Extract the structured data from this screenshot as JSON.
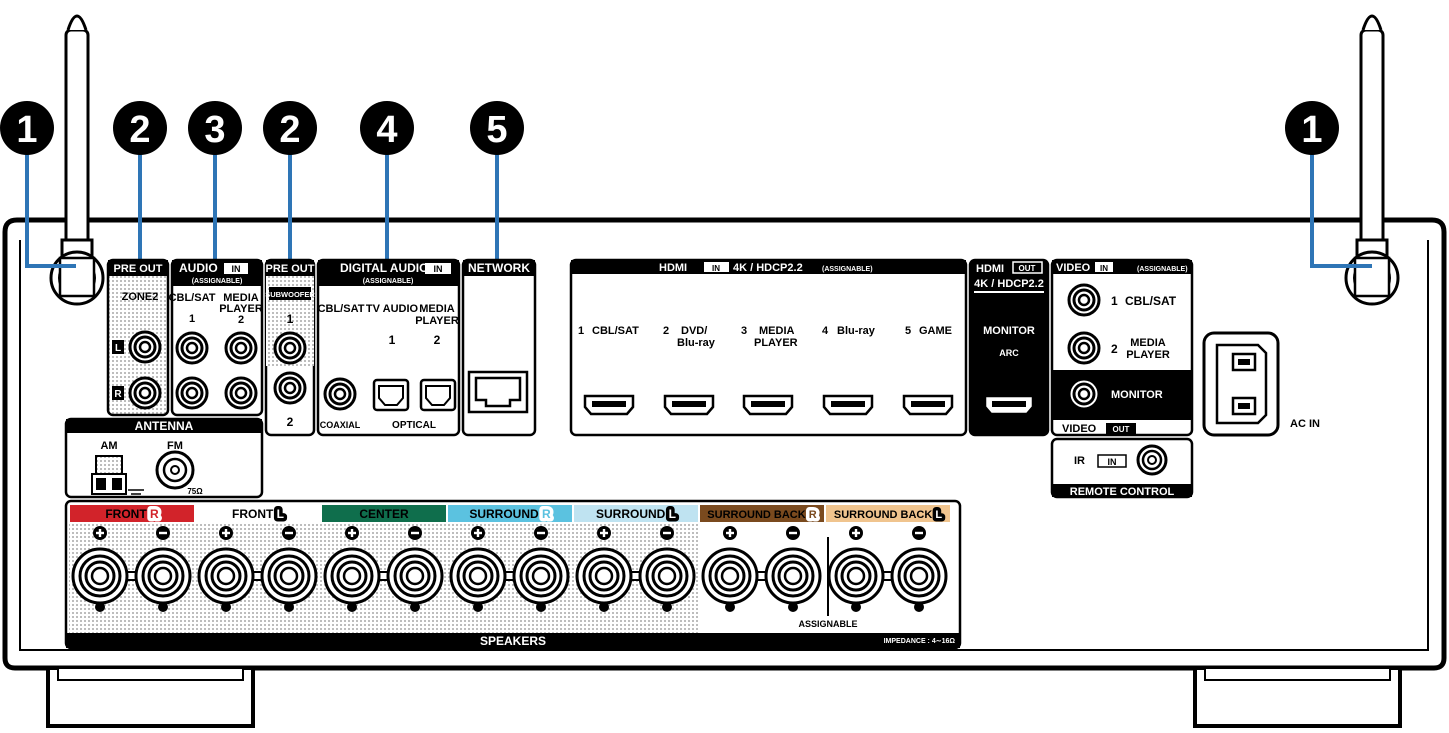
{
  "callouts": {
    "antenna": "1",
    "preout": "2",
    "audio": "3",
    "digital": "4",
    "network": "5"
  },
  "preout_zone2": {
    "header": "PRE OUT",
    "zone": "ZONE2",
    "l": "L",
    "r": "R"
  },
  "audio_in": {
    "header": "AUDIO",
    "in_tag": "IN",
    "assignable": "(ASSIGNABLE)",
    "src1": "CBL/SAT",
    "n1": "1",
    "src2a": "MEDIA",
    "src2b": "PLAYER",
    "n2": "2"
  },
  "preout_sub": {
    "header": "PRE OUT",
    "tag": "SUBWOOFER",
    "n1": "1",
    "n2": "2"
  },
  "digital_audio": {
    "header": "DIGITAL AUDIO",
    "in_tag": "IN",
    "assignable": "(ASSIGNABLE)",
    "src1": "CBL/SAT",
    "src2": "TV AUDIO",
    "src3a": "MEDIA",
    "src3b": "PLAYER",
    "n2": "1",
    "n3": "2",
    "coaxial": "COAXIAL",
    "optical": "OPTICAL"
  },
  "network": {
    "header": "NETWORK"
  },
  "antenna": {
    "header": "ANTENNA",
    "am": "AM",
    "fm": "FM",
    "ohm": "75Ω"
  },
  "hdmi_in": {
    "header": "HDMI",
    "in_tag": "IN",
    "spec": "4K / HDCP2.2",
    "assignable": "(ASSIGNABLE)",
    "inputs": [
      {
        "n": "1",
        "a": "CBL/SAT",
        "b": ""
      },
      {
        "n": "2",
        "a": "DVD/",
        "b": "Blu-ray"
      },
      {
        "n": "3",
        "a": "MEDIA",
        "b": "PLAYER"
      },
      {
        "n": "4",
        "a": "Blu-ray",
        "b": ""
      },
      {
        "n": "5",
        "a": "GAME",
        "b": ""
      }
    ]
  },
  "hdmi_out": {
    "header": "HDMI",
    "out_tag": "OUT",
    "spec": "4K / HDCP2.2",
    "monitor": "MONITOR",
    "arc": "ARC"
  },
  "video_in": {
    "header": "VIDEO",
    "in_tag": "IN",
    "assignable": "(ASSIGNABLE)",
    "n1": "1",
    "src1": "CBL/SAT",
    "n2": "2",
    "src2a": "MEDIA",
    "src2b": "PLAYER"
  },
  "video_out": {
    "monitor": "MONITOR",
    "footer": "VIDEO",
    "out_tag": "OUT"
  },
  "remote": {
    "ir": "IR",
    "in_tag": "IN",
    "footer": "REMOTE CONTROL"
  },
  "ac": {
    "label": "AC IN"
  },
  "speakers": {
    "footer": "SPEAKERS",
    "assignable": "ASSIGNABLE",
    "impedance": "IMPEDANCE : 4∼16Ω",
    "channels": [
      {
        "label": "FRONT",
        "side": "R",
        "color": "#d2232a",
        "text": "#ffffff"
      },
      {
        "label": "FRONT",
        "side": "L",
        "color": "#ffffff",
        "text": "#000000"
      },
      {
        "label": "CENTER",
        "side": "",
        "color": "#0f6e4c",
        "text": "#ffffff"
      },
      {
        "label": "SURROUND",
        "side": "R",
        "color": "#5bc2e0",
        "text": "#ffffff"
      },
      {
        "label": "SURROUND",
        "side": "L",
        "color": "#bfe3f1",
        "text": "#000000"
      },
      {
        "label": "SURROUND BACK",
        "side": "R",
        "color": "#7a4a1e",
        "text": "#ffffff"
      },
      {
        "label": "SURROUND BACK",
        "side": "L",
        "color": "#f0c48e",
        "text": "#000000"
      }
    ]
  },
  "colors": {
    "callout_line": "#2e75b6",
    "ink": "#000000",
    "dotted": "#c8c8c8"
  }
}
